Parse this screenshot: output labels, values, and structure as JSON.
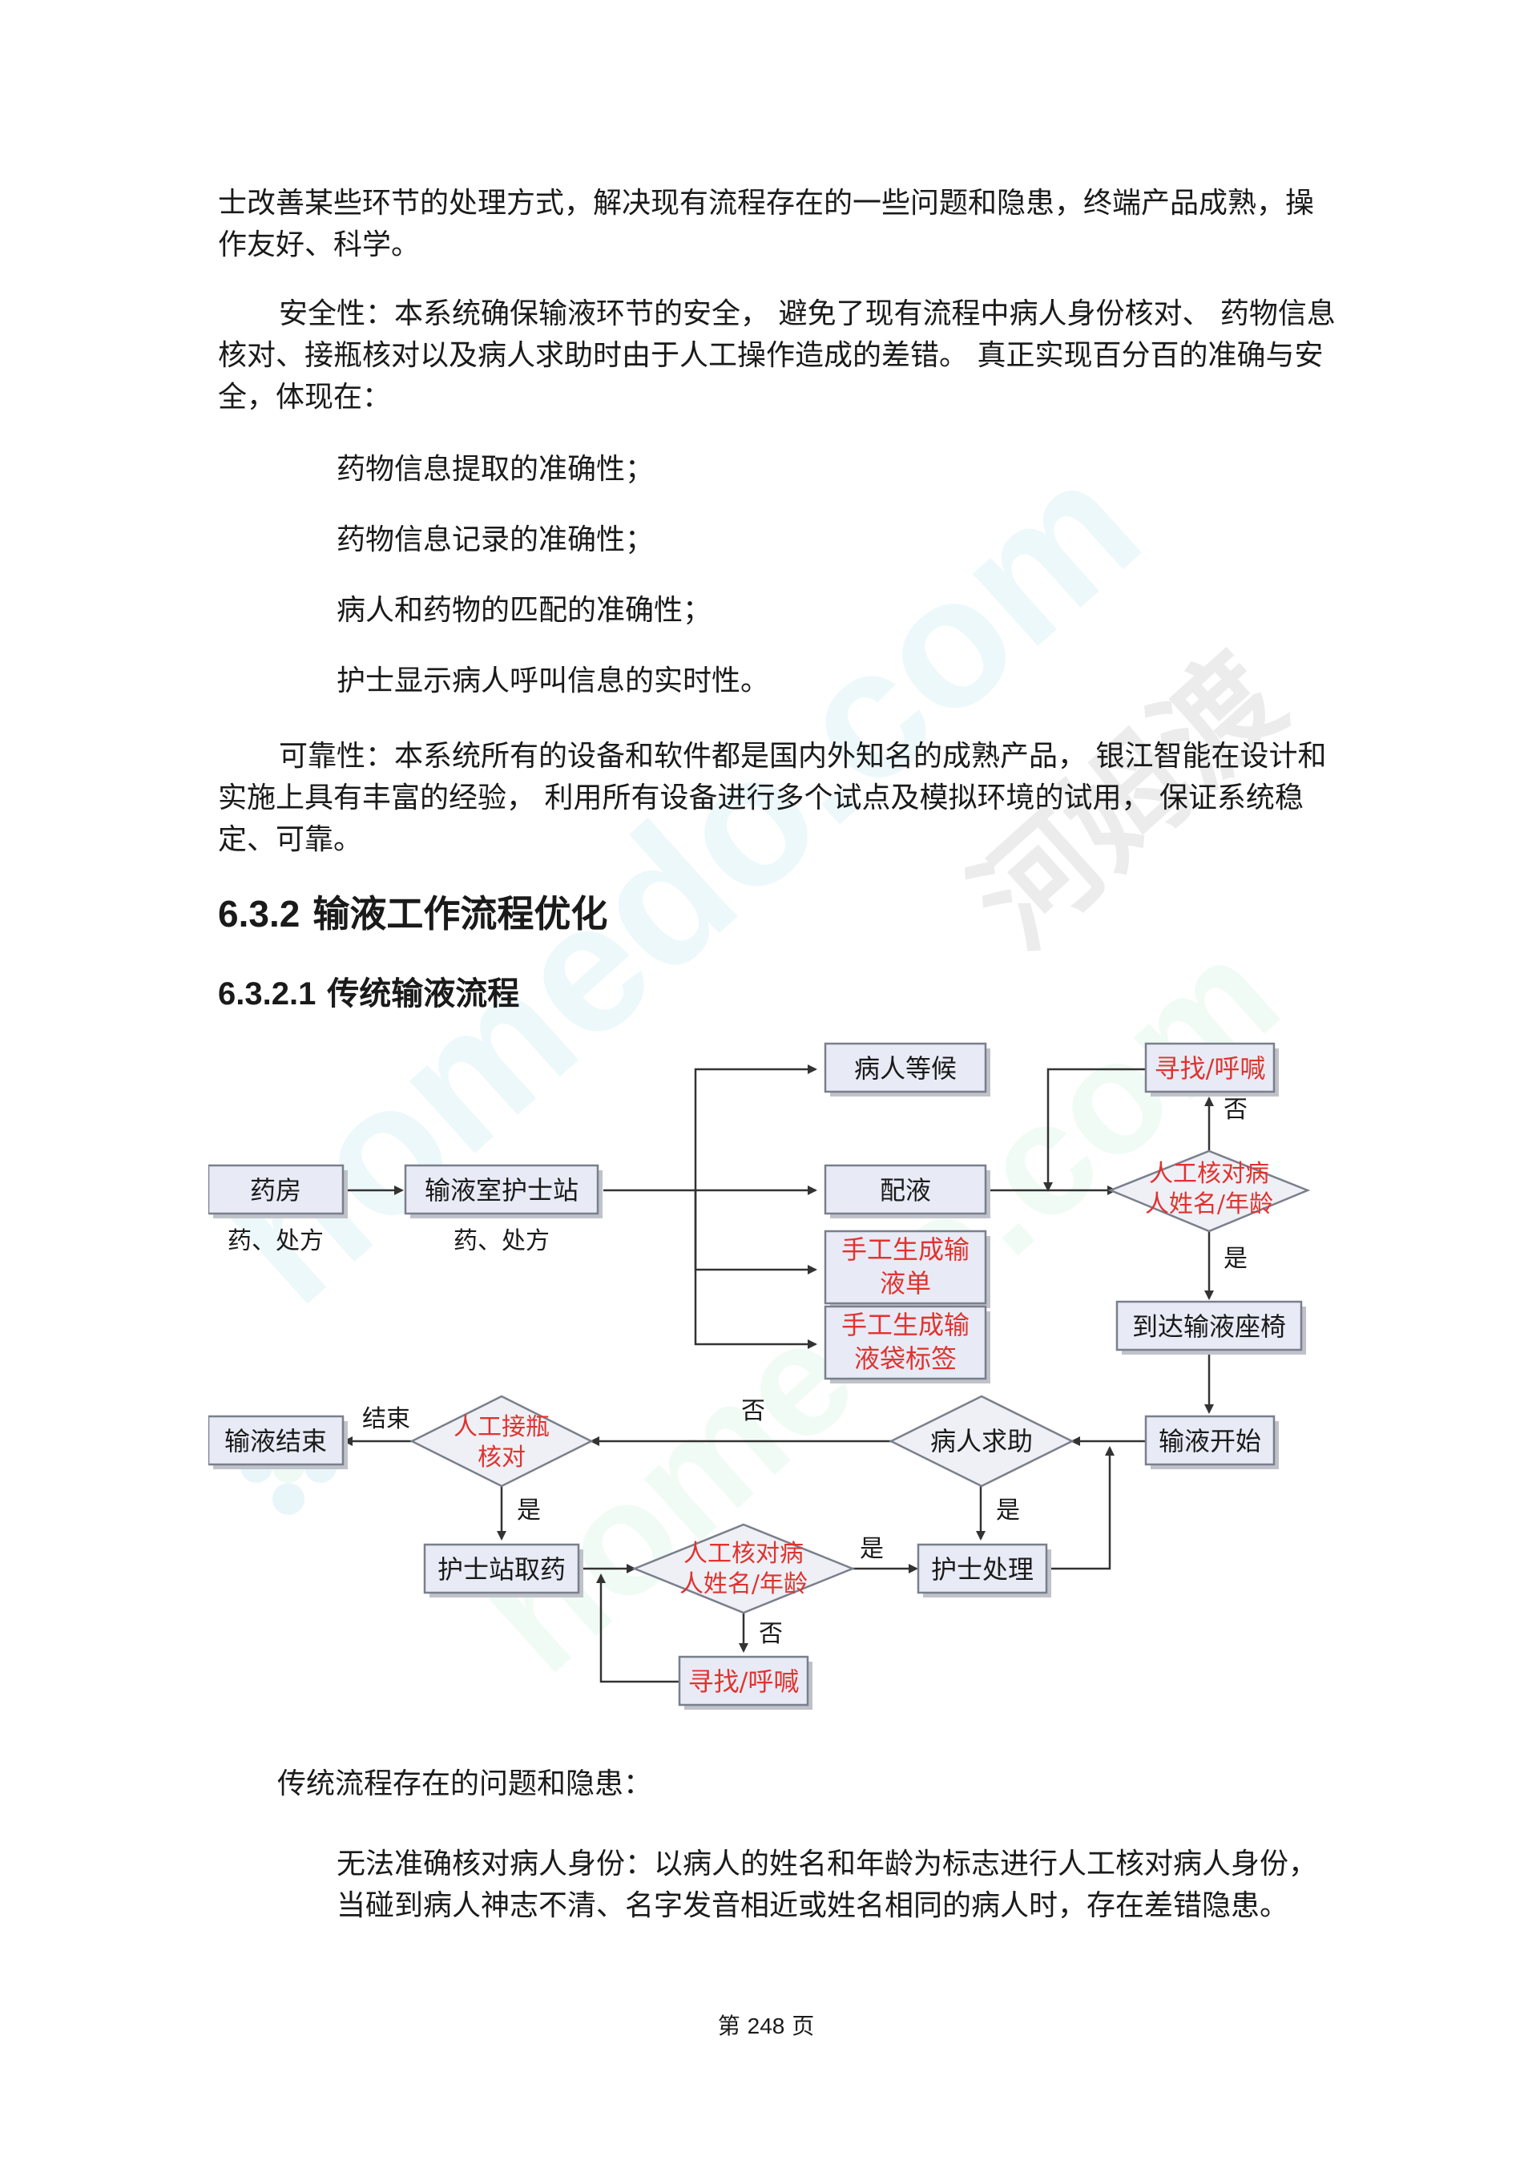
{
  "paragraphs": {
    "p1": "士改善某些环节的处理方式，解决现有流程存在的一些问题和隐患，终端产品成熟，操作友好、科学。",
    "p2": "安全性：本系统确保输液环节的安全，  避免了现有流程中病人身份核对、  药物信息核对、接瓶核对以及病人求助时由于人工操作造成的差错。  真正实现百分百的准确与安全，体现在：",
    "list": [
      "药物信息提取的准确性；",
      "药物信息记录的准确性；",
      "病人和药物的匹配的准确性；",
      "护士显示病人呼叫信息的实时性。"
    ],
    "p3": "可靠性：本系统所有的设备和软件都是国内外知名的成熟产品，  银江智能在设计和实施上具有丰富的经验，  利用所有设备进行多个试点及模拟环境的试用，  保证系统稳定、可靠。",
    "p4": "传统流程存在的问题和隐患：",
    "p5": "无法准确核对病人身份：以病人的姓名和年龄为标志进行人工核对病人身份，当碰到病人神志不清、名字发音相近或姓名相同的病人时，存在差错隐患。"
  },
  "headings": {
    "h2_num": "6.3.2",
    "h2_text": " 输液工作流程优化",
    "h3_num": "6.3.2.1",
    "h3_text": "  传统输液流程"
  },
  "flowchart": {
    "pharmacy": "药房",
    "pharmacy_sub": "药、处方",
    "nurse_station": "输液室护士站",
    "nurse_station_sub": "药、处方",
    "patient_wait": "病人等候",
    "dispense": "配液",
    "manual_sheet_1": "手工生成输",
    "manual_sheet_2": "液单",
    "manual_label_1": "手工生成输",
    "manual_label_2": "液袋标签",
    "search_top": "寻找/呼喊",
    "check_top_1": "人工核对病",
    "check_top_2": "人姓名/年龄",
    "no_top": "否",
    "yes_top": "是",
    "arrive_seat": "到达输液座椅",
    "start_infusion": "输液开始",
    "patient_help": "病人求助",
    "no_help": "否",
    "yes_help": "是",
    "bottle_check_1": "人工接瓶",
    "bottle_check_2": "核对",
    "end_label": "结束",
    "infusion_end": "输液结束",
    "yes_bottle": "是",
    "fetch_medicine": "护士站取药",
    "check_bottom_1": "人工核对病",
    "check_bottom_2": "人姓名/年龄",
    "yes_bottom": "是",
    "no_bottom": "否",
    "nurse_handle": "护士处理",
    "search_bottom": "寻找/呼喊"
  },
  "colors": {
    "box_fill": "#e8ebf5",
    "box_stroke": "#7a7f8c",
    "red_text": "#e0332f",
    "line": "#333333"
  },
  "watermark": {
    "text1": "homedo.com",
    "text2": "homedo.com",
    "text3": "河姆渡"
  },
  "footer": {
    "prefix": "第 ",
    "page": "248",
    "suffix": " 页"
  }
}
